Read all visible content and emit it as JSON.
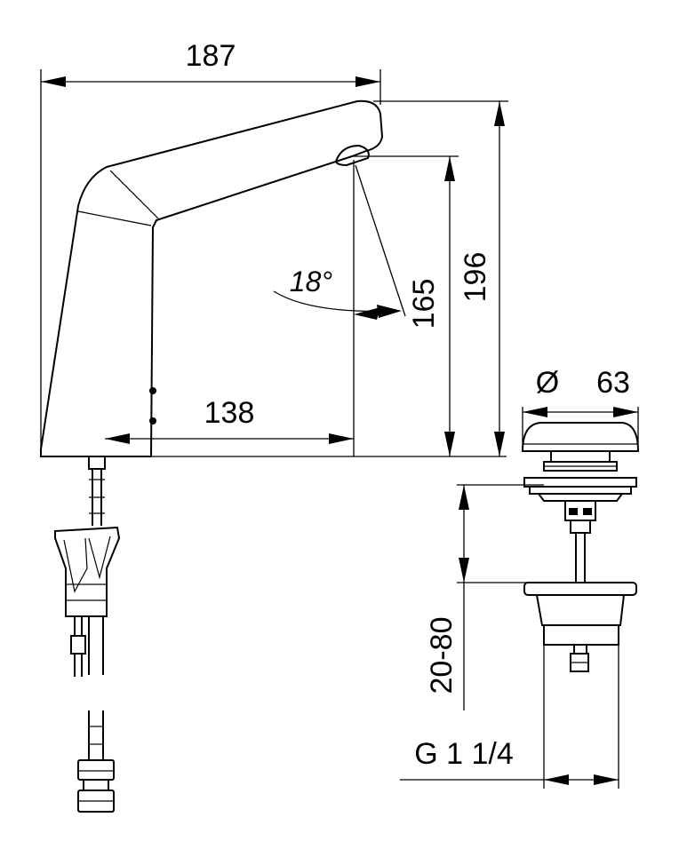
{
  "dimensions": {
    "overall_width": "187",
    "overall_height": "196",
    "outlet_height": "165",
    "spout_reach": "138",
    "spray_angle": "18°",
    "waste_diameter_symbol": "Ø",
    "waste_diameter": "63",
    "waste_adjust_range": "20-80",
    "waste_thread": "G 1 1/4"
  }
}
